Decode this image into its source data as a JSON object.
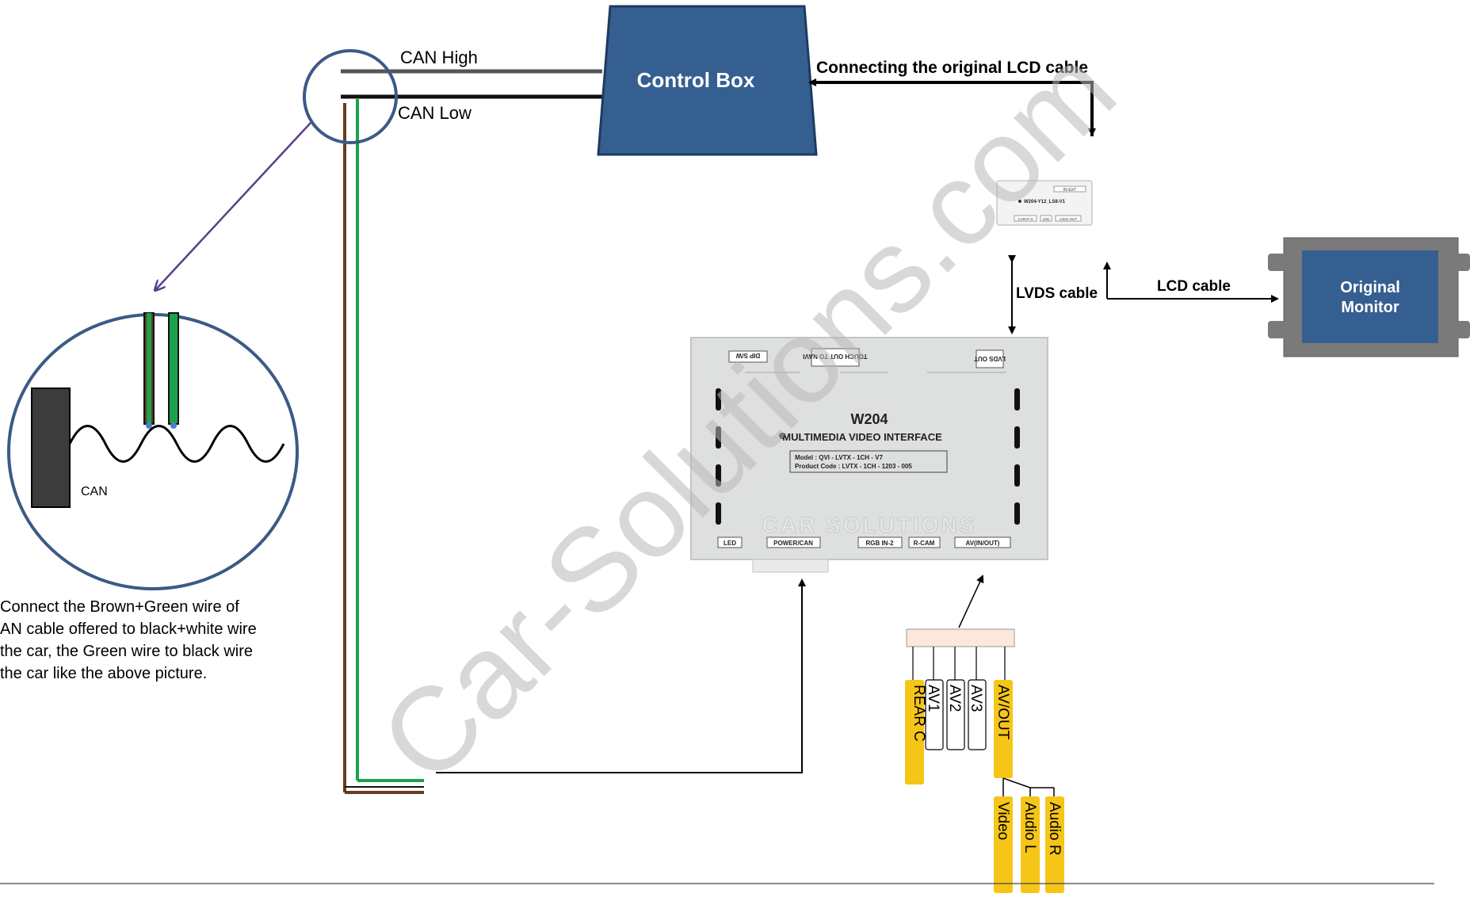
{
  "control_box": {
    "label": "Control Box"
  },
  "can": {
    "high_label": "CAN High",
    "low_label": "CAN Low",
    "detail_label": "CAN",
    "instruction": [
      "Connect the Brown+Green wire of",
      "AN cable offered to black+white wire",
      "the car, the Green wire to black wire",
      "the car like the above picture."
    ]
  },
  "connections": {
    "lcd_original": "Connecting the original LCD cable",
    "lvds": "LVDS cable",
    "lcd": "LCD cable"
  },
  "original_monitor": {
    "line1": "Original",
    "line2": "Monitor"
  },
  "small_module": {
    "label": "W204-Y12_LS8-V1",
    "top_tag": "IN-EXT",
    "ports": [
      "CARAT D",
      "LED",
      "LVDS OUT"
    ]
  },
  "main_module": {
    "model": "W204",
    "title": "MULTIMEDIA VIDEO INTERFACE",
    "model_line": "Model : QVI - LVTX - 1CH - V7",
    "code_line": "Product Code : LVTX - 1CH - 1203 - 005",
    "brand": "CAR SOLUTIONS",
    "top_ports": [
      "DIP S/W",
      "TOUCH OUT\nTO NAVI",
      "LVDS\nOUT"
    ],
    "bottom_ports": [
      "LED",
      "POWER/CAN",
      "RGB IN-2",
      "R-CAM",
      "AV(IN/OUT)"
    ]
  },
  "av_connectors": [
    "REAR C",
    "AV1",
    "AV2",
    "AV3",
    "AV/OUT"
  ],
  "av_out_split": [
    "Video",
    "Audio L",
    "Audio R"
  ],
  "watermark": "Car-Solutions.com",
  "colors": {
    "box_blue": "#365f91",
    "box_border": "#1f3a5f",
    "yellow": "#f5c518",
    "brown": "#6b3a1f",
    "green": "#1aa34a"
  }
}
